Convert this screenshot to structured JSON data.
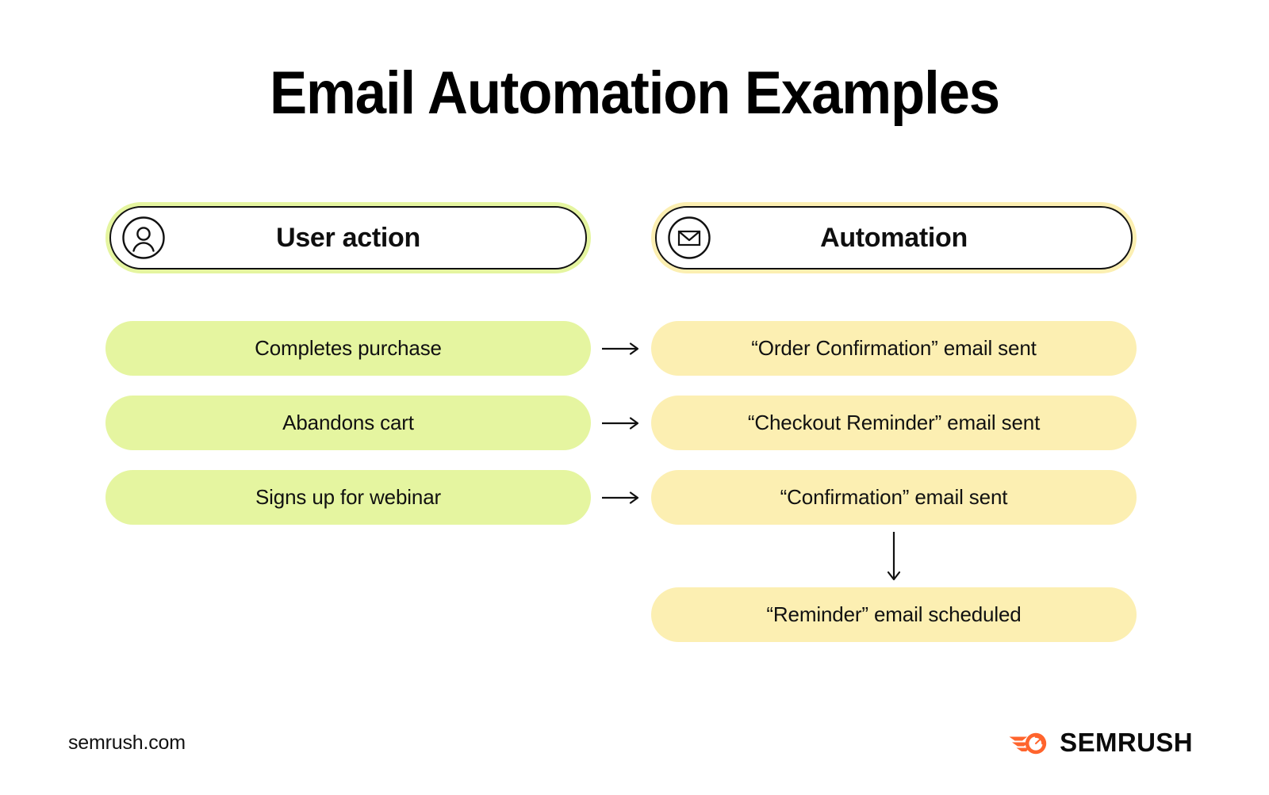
{
  "page": {
    "title": "Email Automation Examples",
    "background_color": "#ffffff"
  },
  "colors": {
    "green": "#e5f5a0",
    "yellow": "#fcefb2",
    "ink": "#111111",
    "brand_orange": "#ff642d"
  },
  "columns": [
    {
      "id": "user-action",
      "label": "User action",
      "icon": "person-icon",
      "accent": "#e5f5a0"
    },
    {
      "id": "automation",
      "label": "Automation",
      "icon": "envelope-icon",
      "accent": "#fcefb2"
    }
  ],
  "rows": [
    {
      "action": "Completes purchase",
      "connector": "arrow-right-icon",
      "automation": "“Order Confirmation” email sent"
    },
    {
      "action": "Abandons cart",
      "connector": "arrow-right-icon",
      "automation": "“Checkout Reminder” email sent"
    },
    {
      "action": "Signs up for webinar",
      "connector": "arrow-right-icon",
      "automation": "“Confirmation” email sent"
    }
  ],
  "branch": {
    "connector": "arrow-down-icon",
    "label": "“Reminder” email scheduled"
  },
  "footer": {
    "url": "semrush.com",
    "brand_name": "SEMRUSH",
    "brand_icon": "semrush-comet-logo"
  }
}
